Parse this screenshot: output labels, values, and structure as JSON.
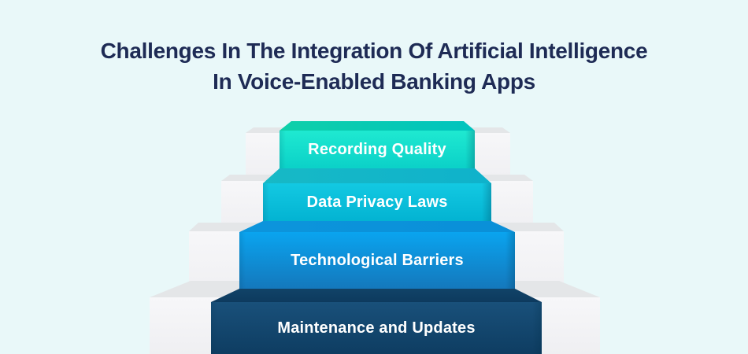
{
  "title": {
    "line1": "Challenges In The Integration Of Artificial Intelligence",
    "line2": "In Voice-Enabled Banking Apps"
  },
  "steps": [
    {
      "label": "Recording Quality",
      "front_gradient": [
        "#1FE9D1",
        "#0BD1C8"
      ],
      "top_color": "#05C7B8"
    },
    {
      "label": "Data Privacy Laws",
      "front_gradient": [
        "#13C9E2",
        "#03B3D2"
      ],
      "top_color": "#12B5C8"
    },
    {
      "label": "Technological Barriers",
      "front_gradient": [
        "#0AA4EF",
        "#1478BC"
      ],
      "top_color": "#0B93DA"
    },
    {
      "label": "Maintenance and Updates",
      "front_gradient": [
        "#19507A",
        "#0E3D62"
      ],
      "top_color": "#0F3F64"
    }
  ],
  "colors": {
    "background": "#E9F8F9",
    "title_text": "#1E2B55",
    "label_text": "#FFFFFF",
    "gray_step_top": "#E4E6E8",
    "gray_step_front": "#F4F4F6"
  }
}
